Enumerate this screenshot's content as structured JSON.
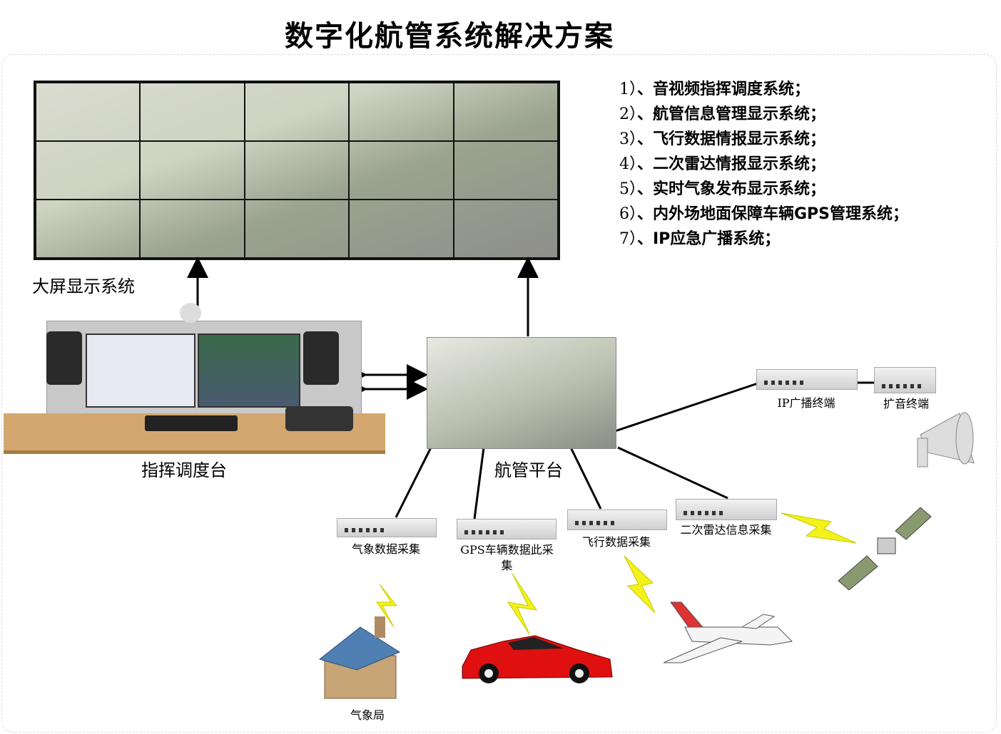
{
  "title": "数字化航管系统解决方案",
  "video_wall": {
    "label": "大屏显示系统"
  },
  "console": {
    "label": "指挥调度台"
  },
  "platform": {
    "label": "航管平台"
  },
  "systems": [
    {
      "num": "1）",
      "text": "、音视频指挥调度系统；"
    },
    {
      "num": "2）",
      "text": "、航管信息管理显示系统；"
    },
    {
      "num": "3）",
      "text": "、飞行数据情报显示系统；"
    },
    {
      "num": "4）",
      "text": "、二次雷达情报显示系统；"
    },
    {
      "num": "5）",
      "text": "、实时气象发布显示系统；"
    },
    {
      "num": "6）",
      "text": "、内外场地面保障车辆GPS管理系统；"
    },
    {
      "num": "7）",
      "text": "、IP应急广播系统；"
    }
  ],
  "devices": {
    "ip_broadcast": "IP广播终端",
    "amplifier": "扩音终端",
    "weather": "气象数据采集",
    "gps": "GPS车辆数据此采集",
    "flight": "飞行数据采集",
    "radar": "二次雷达信息采集"
  },
  "weather_bureau": "气象局"
}
